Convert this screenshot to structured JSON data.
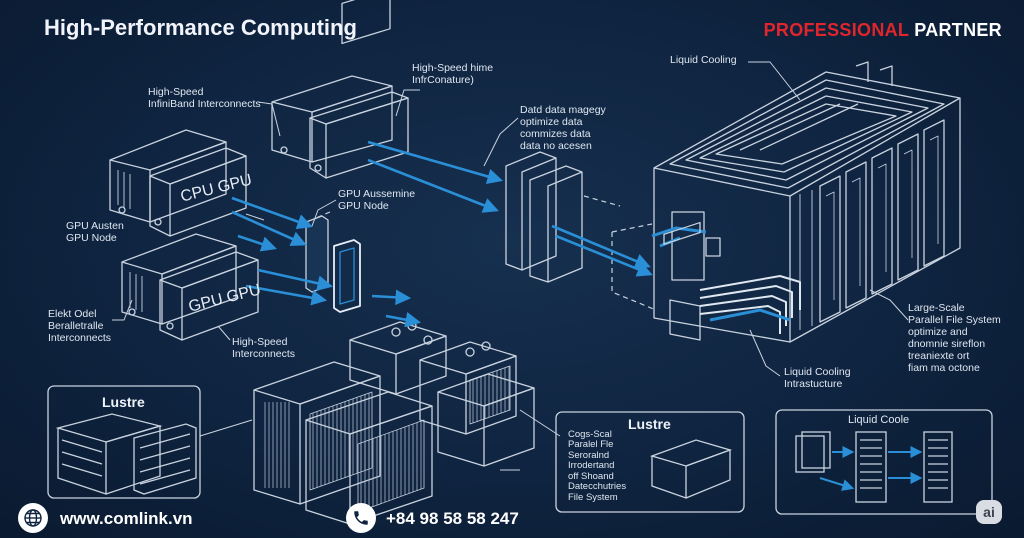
{
  "header": {
    "title": "High-Performance Computing",
    "brand_red": "PROFESSIONAL",
    "brand_white": "PARTNER"
  },
  "labels": {
    "hs_infiniband": "High-Speed\nInfiniBand Interconnects",
    "hs_top": "High-Speed hime\nInfrConature)",
    "data_mgmt": "Datd data magegy\noptimize data\ncommizes data\ndata no acesen",
    "liquid_cooling_top": "Liquid Cooling",
    "cpu_gpu_1": "CPU GPU",
    "gpu_austen": "GPU Austen\nGPU Node",
    "gpu_accel": "GPU Aussemine\nGPU Node",
    "gpu_gpu_2": "GPU GPU",
    "elekt": "Elekt Odel\nBeralletralle\nInterconnects",
    "hs_bottom": "High-Speed\nInterconnects",
    "large_scale": "Large-Scale\nParallel File System\noptimize and\ndnomnie sireflon\ntreaniexte ort\nfiam ma octone",
    "liquid_infra": "Liquid Cooling\nIntrastucture"
  },
  "boxes": {
    "lustre_left": "Lustre",
    "lustre_mid": "Lustre",
    "lustre_mid_lines": "Cogs-Scal\nParalel Fle\nSeroralnd\nIrrodertand\noff Shoand\nDatecchutries\nFile System",
    "liquid_coole": "Liquid Coole"
  },
  "footer": {
    "website": "www.comlink.vn",
    "phone": "+84 98 58 58 247",
    "ai_badge": "ai"
  },
  "icons": {
    "globe": "globe-icon",
    "phone": "phone-icon"
  },
  "colors": {
    "background": "#0f2440",
    "accent_blue": "#2a8fd6",
    "brand_red": "#e0262c",
    "line": "#c9d3df"
  }
}
